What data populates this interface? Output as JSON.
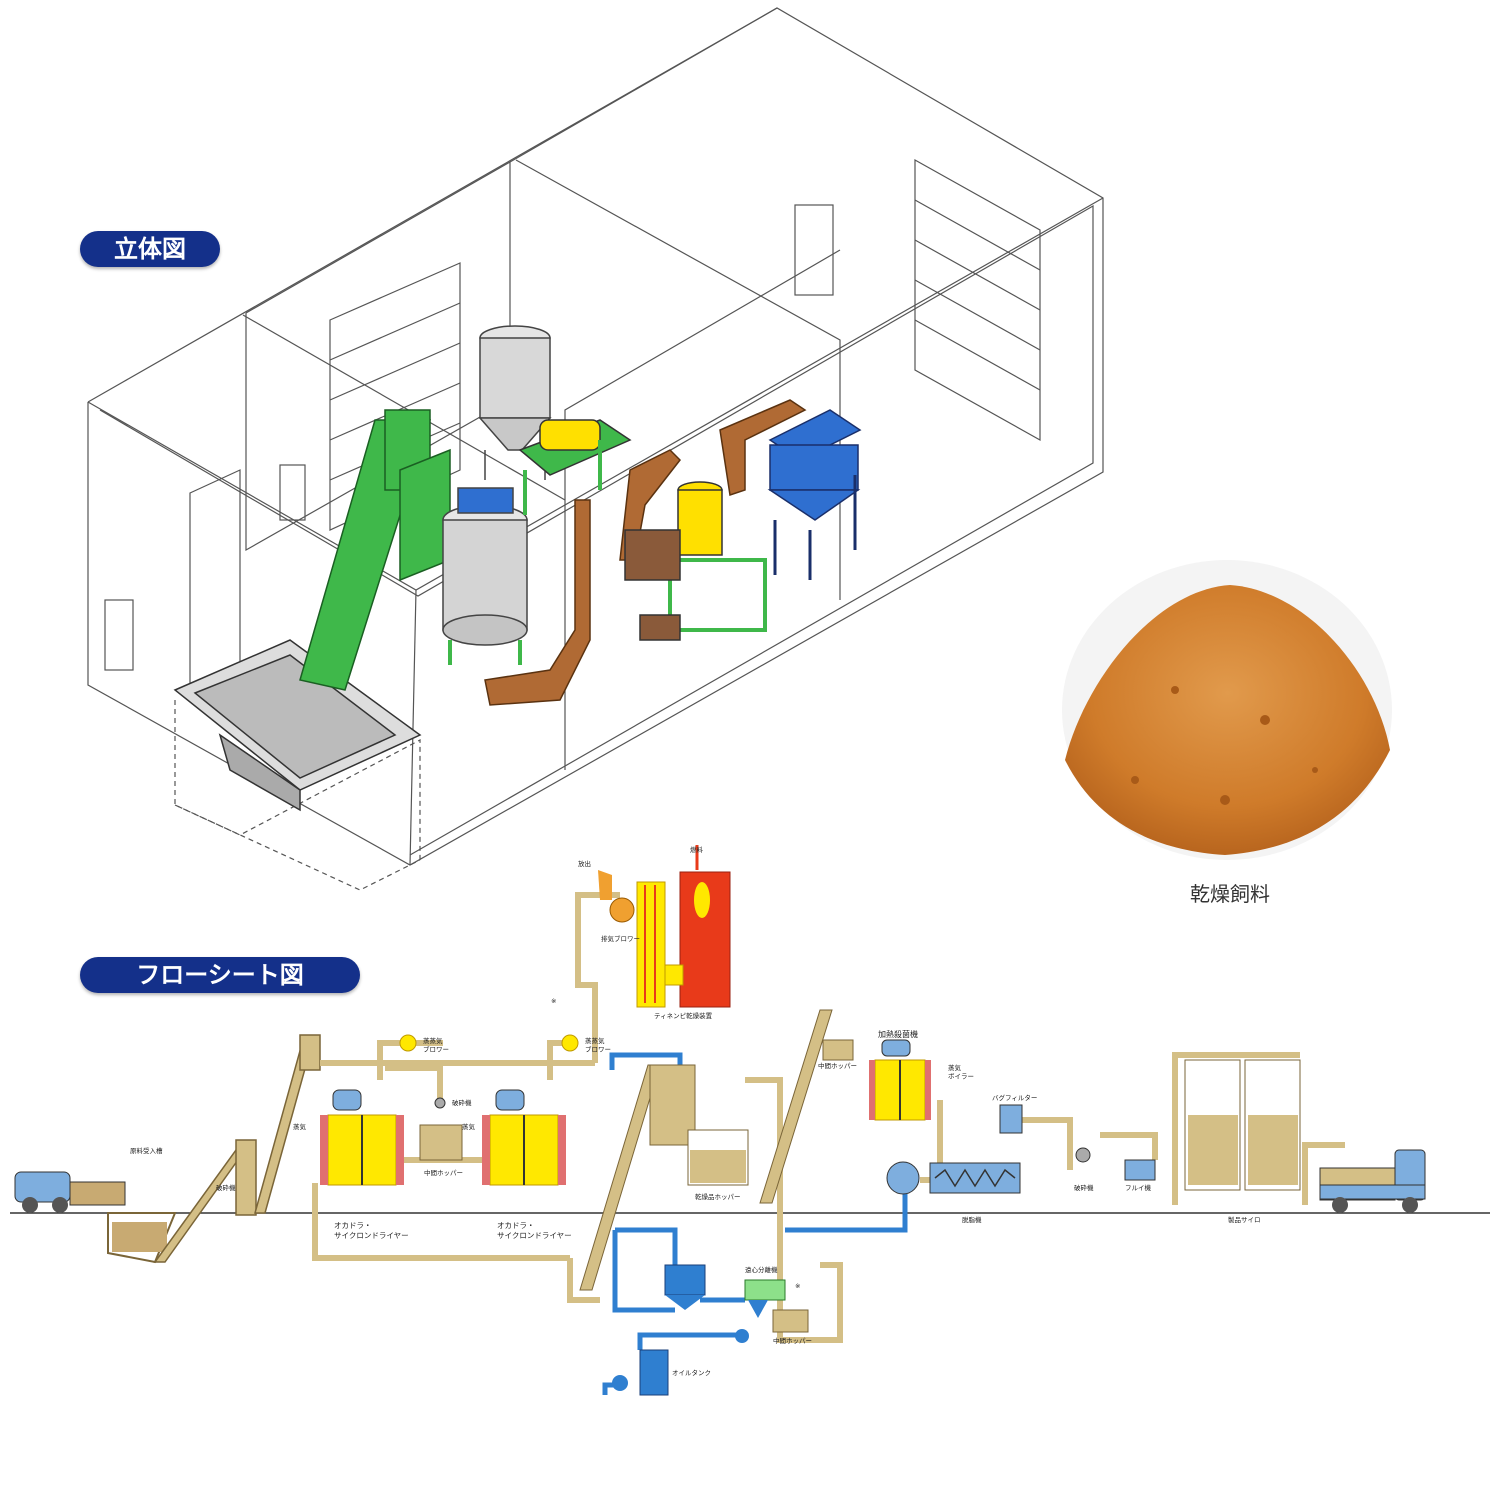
{
  "headings": {
    "iso_view": "立体図",
    "flow_sheet": "フローシート図"
  },
  "product": {
    "caption": "乾燥飼料",
    "color": "#d98a3a"
  },
  "colors": {
    "heading_bg": "#14308a",
    "pipe": "#d4bf86",
    "oil": "#2f7fd0",
    "dryer": "#ffe800",
    "furnace": "#e83a1a",
    "iso_green": "#3fb84a",
    "iso_blue": "#2f6fd0",
    "iso_yellow": "#ffe000",
    "iso_brown": "#b06a34"
  },
  "flow_labels": {
    "release": "放出",
    "fuel": "燃料",
    "exhaust_blower": "排気ブロワー",
    "tinenpi": "ティネンピ乾燥装置",
    "note_mark": "※",
    "steam_blower_1": "蒸蒸気\nブロワー",
    "steam_blower_2": "蒸蒸気\nブロワー",
    "crusher_top": "破砕機",
    "mid_hopper_1": "中間ホッパー",
    "steam_left_1": "蒸気",
    "steam_left_2": "蒸気",
    "raw_receiving": "原料受入槽",
    "crusher_left": "破砕機",
    "dryer_1": "オカドラ・\nサイクロンドライヤー",
    "dryer_2": "オカドラ・\nサイクロンドライヤー",
    "dry_hopper": "乾燥品ホッパー",
    "heat_sterilizer": "加熱殺菌機",
    "mid_hopper_2": "中間ホッパー",
    "steam_boiler": "蒸気\nボイラー",
    "bag_filter": "バグフィルター",
    "deoil": "脱脂機",
    "crusher_right": "破砕機",
    "sieve": "フルイ機",
    "product_silo": "製品サイロ",
    "centrifuge": "遠心分離機",
    "mid_hopper_3": "中間ホッパー",
    "oil_tank": "オイルタンク"
  }
}
